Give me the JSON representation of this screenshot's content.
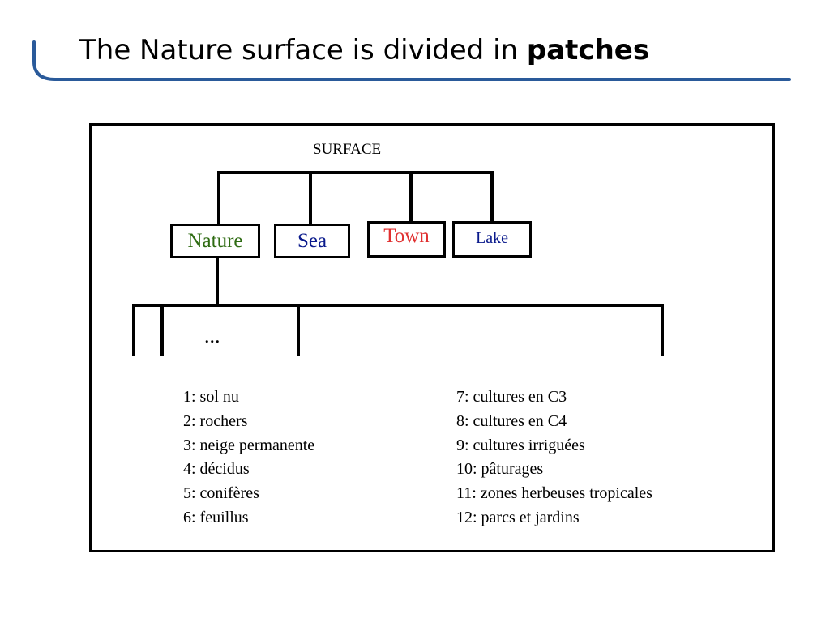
{
  "slide": {
    "title_prefix": "The Nature surface is divided in ",
    "title_bold": "patches",
    "accent_color": "#2a5a9a"
  },
  "tree": {
    "root_label": "SURFACE",
    "tiles": [
      {
        "label": "Nature",
        "color": "#2e6b12"
      },
      {
        "label": "Sea",
        "color": "#0a1a8c"
      },
      {
        "label": "Town",
        "color": "#e03030"
      },
      {
        "label": "Lake",
        "color": "#0a1a8c"
      }
    ],
    "ellipsis": "..."
  },
  "patches": {
    "left": [
      "1: sol nu",
      "2: rochers",
      "3: neige permanente",
      "4: décidus",
      "5: conifères",
      "6: feuillus"
    ],
    "right": [
      "7: cultures en C3",
      "8: cultures en C4",
      "9: cultures irriguées",
      "10: pâturages",
      "11: zones herbeuses tropicales",
      "12: parcs et jardins"
    ]
  }
}
